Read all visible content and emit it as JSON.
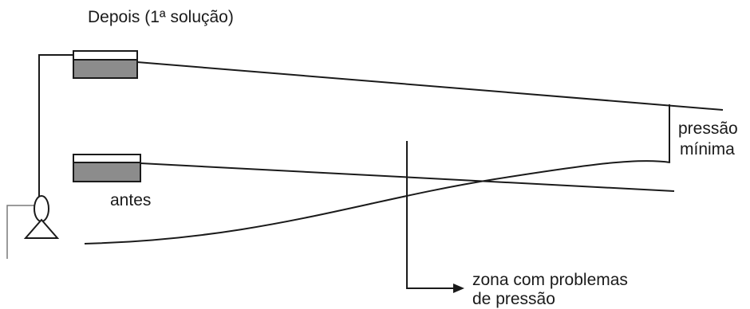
{
  "labels": {
    "after_title": "Depois (1ª solução)",
    "before": "antes",
    "min_pressure_line1": "pressão",
    "min_pressure_line2": "mínima",
    "zone_line1": "zona com problemas",
    "zone_line2": "de pressão"
  },
  "colors": {
    "stroke": "#1a1a1a",
    "water_fill": "#8c8c8c",
    "tank_top_fill": "#ffffff",
    "thin_line": "#7a7a7a"
  },
  "icons": {
    "pump": "pump-symbol",
    "tank_after": "reservoir-tank",
    "tank_before": "reservoir-tank",
    "arrow": "arrow-right-head"
  }
}
